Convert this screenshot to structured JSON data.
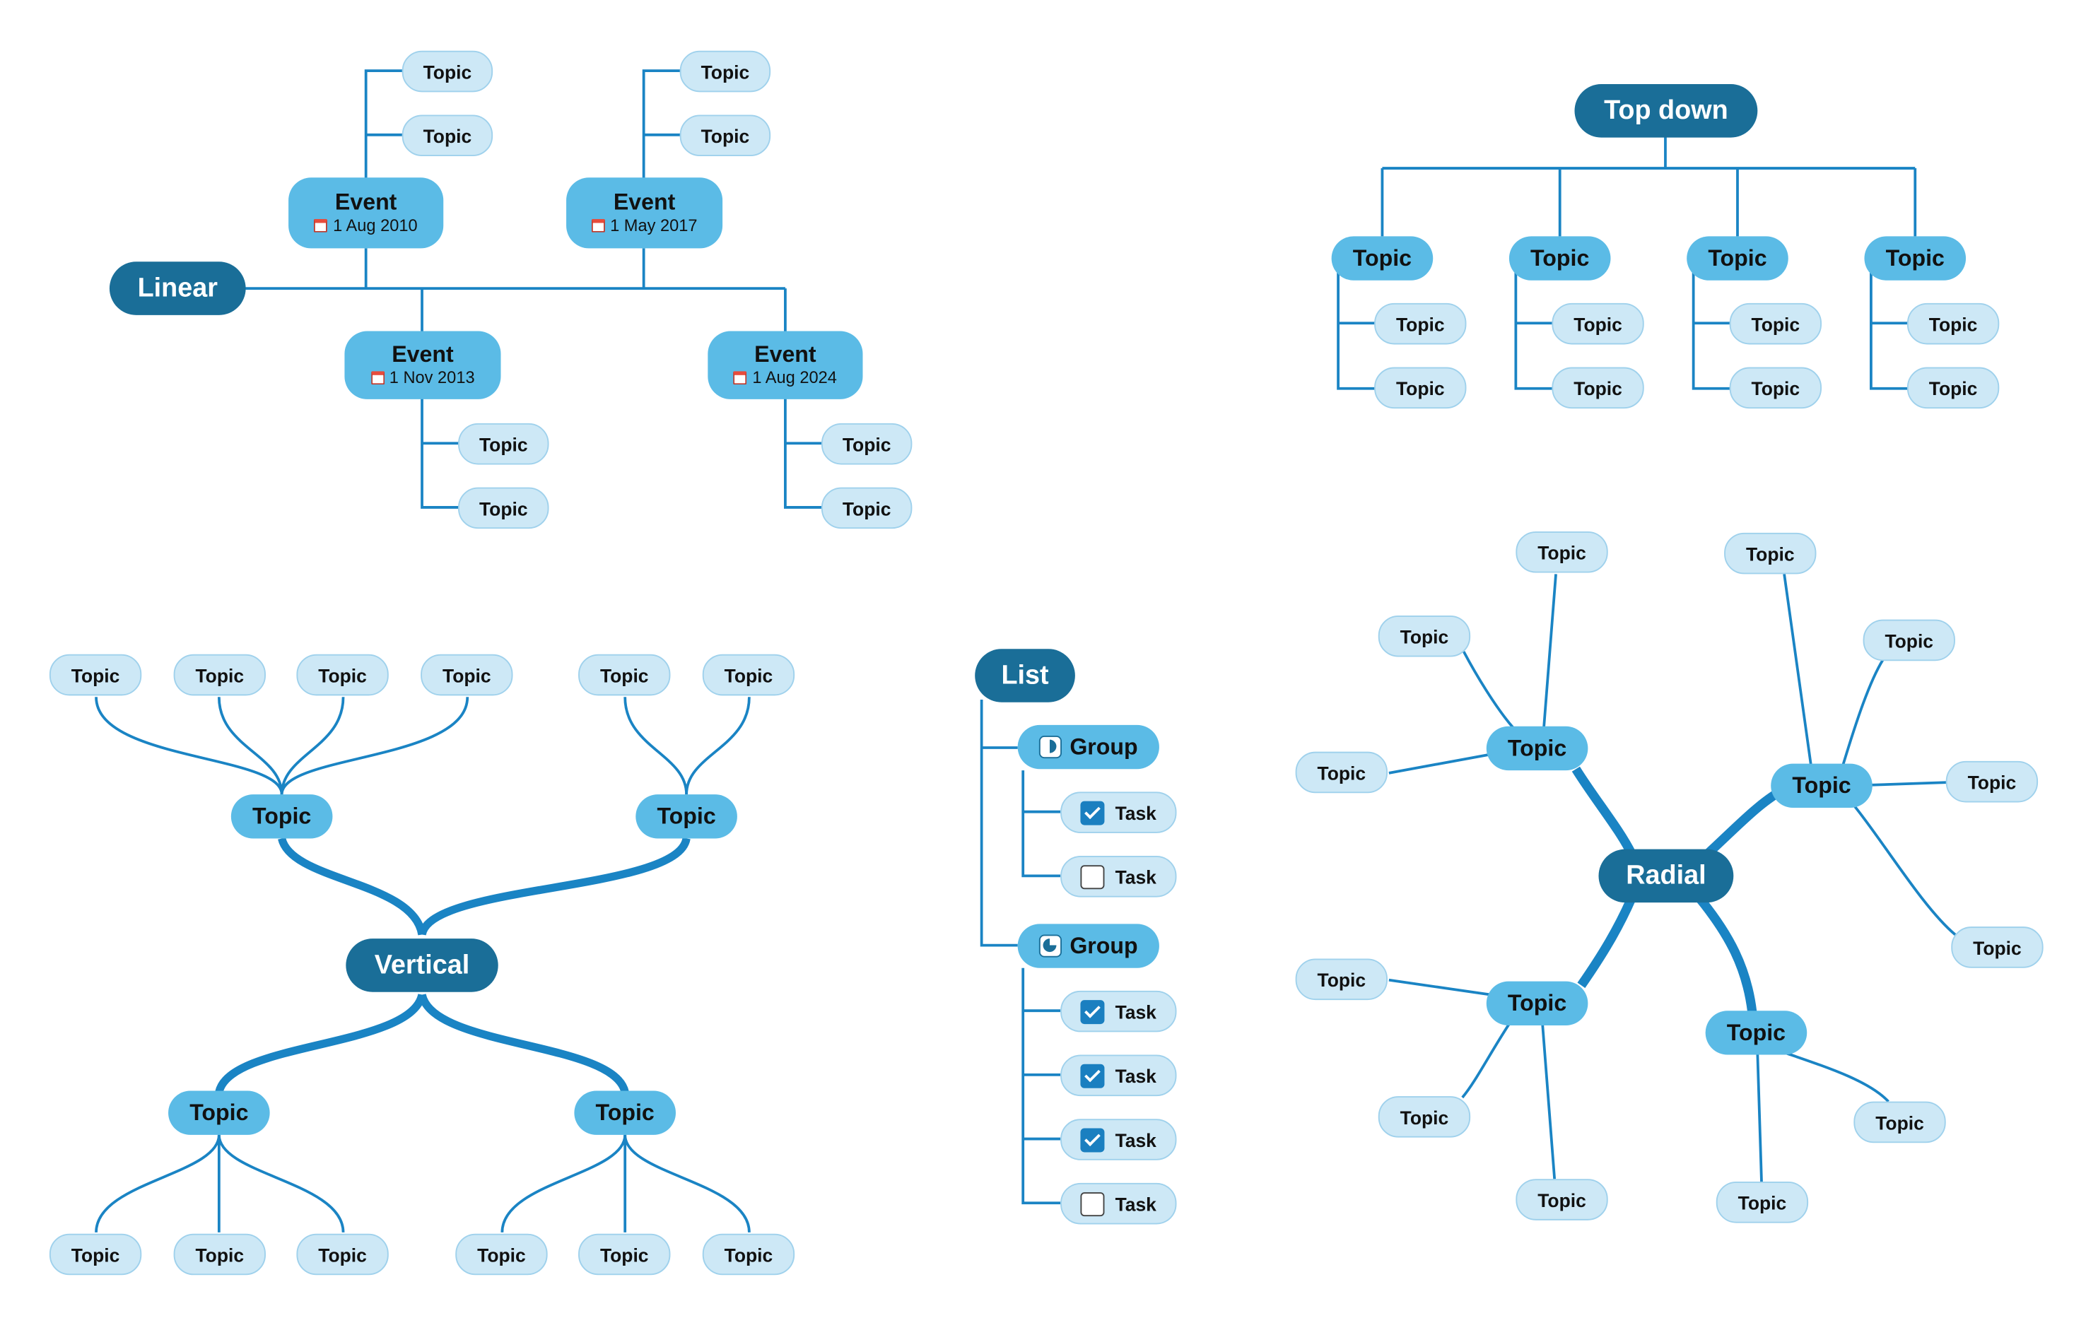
{
  "colors": {
    "root": "#1a6e98",
    "main": "#5bbbe6",
    "sub": "#cde8f6",
    "line": "#1a84c4",
    "check": "#1a7fc0"
  },
  "linear": {
    "root": "Linear",
    "events": [
      {
        "title": "Event",
        "date": "1 Aug 2010",
        "topics": [
          "Topic",
          "Topic"
        ]
      },
      {
        "title": "Event",
        "date": "1 May 2017",
        "topics": [
          "Topic",
          "Topic"
        ]
      },
      {
        "title": "Event",
        "date": "1 Nov 2013",
        "topics": [
          "Topic",
          "Topic"
        ]
      },
      {
        "title": "Event",
        "date": "1 Aug 2024",
        "topics": [
          "Topic",
          "Topic"
        ]
      }
    ],
    "date_icon": "calendar-icon"
  },
  "topdown": {
    "root": "Top down",
    "branches": [
      {
        "label": "Topic",
        "topics": [
          "Topic",
          "Topic"
        ]
      },
      {
        "label": "Topic",
        "topics": [
          "Topic",
          "Topic"
        ]
      },
      {
        "label": "Topic",
        "topics": [
          "Topic",
          "Topic"
        ]
      },
      {
        "label": "Topic",
        "topics": [
          "Topic",
          "Topic"
        ]
      }
    ]
  },
  "vertical": {
    "root": "Vertical",
    "top": [
      {
        "label": "Topic",
        "topics": [
          "Topic",
          "Topic",
          "Topic",
          "Topic"
        ]
      },
      {
        "label": "Topic",
        "topics": [
          "Topic",
          "Topic"
        ]
      }
    ],
    "bottom": [
      {
        "label": "Topic",
        "topics": [
          "Topic",
          "Topic",
          "Topic"
        ]
      },
      {
        "label": "Topic",
        "topics": [
          "Topic",
          "Topic",
          "Topic"
        ]
      }
    ]
  },
  "list": {
    "root": "List",
    "groups": [
      {
        "label": "Group",
        "progress": 0.5,
        "icon": "progress-half-icon",
        "tasks": [
          {
            "label": "Task",
            "done": true
          },
          {
            "label": "Task",
            "done": false
          }
        ]
      },
      {
        "label": "Group",
        "progress": 0.75,
        "icon": "progress-three-quarter-icon",
        "tasks": [
          {
            "label": "Task",
            "done": true
          },
          {
            "label": "Task",
            "done": true
          },
          {
            "label": "Task",
            "done": true
          },
          {
            "label": "Task",
            "done": false
          }
        ]
      }
    ]
  },
  "radial": {
    "root": "Radial",
    "branches": [
      {
        "label": "Topic",
        "topics": [
          "Topic",
          "Topic",
          "Topic"
        ]
      },
      {
        "label": "Topic",
        "topics": [
          "Topic",
          "Topic",
          "Topic",
          "Topic"
        ]
      },
      {
        "label": "Topic",
        "topics": [
          "Topic",
          "Topic",
          "Topic"
        ]
      },
      {
        "label": "Topic",
        "topics": [
          "Topic",
          "Topic"
        ]
      }
    ]
  }
}
